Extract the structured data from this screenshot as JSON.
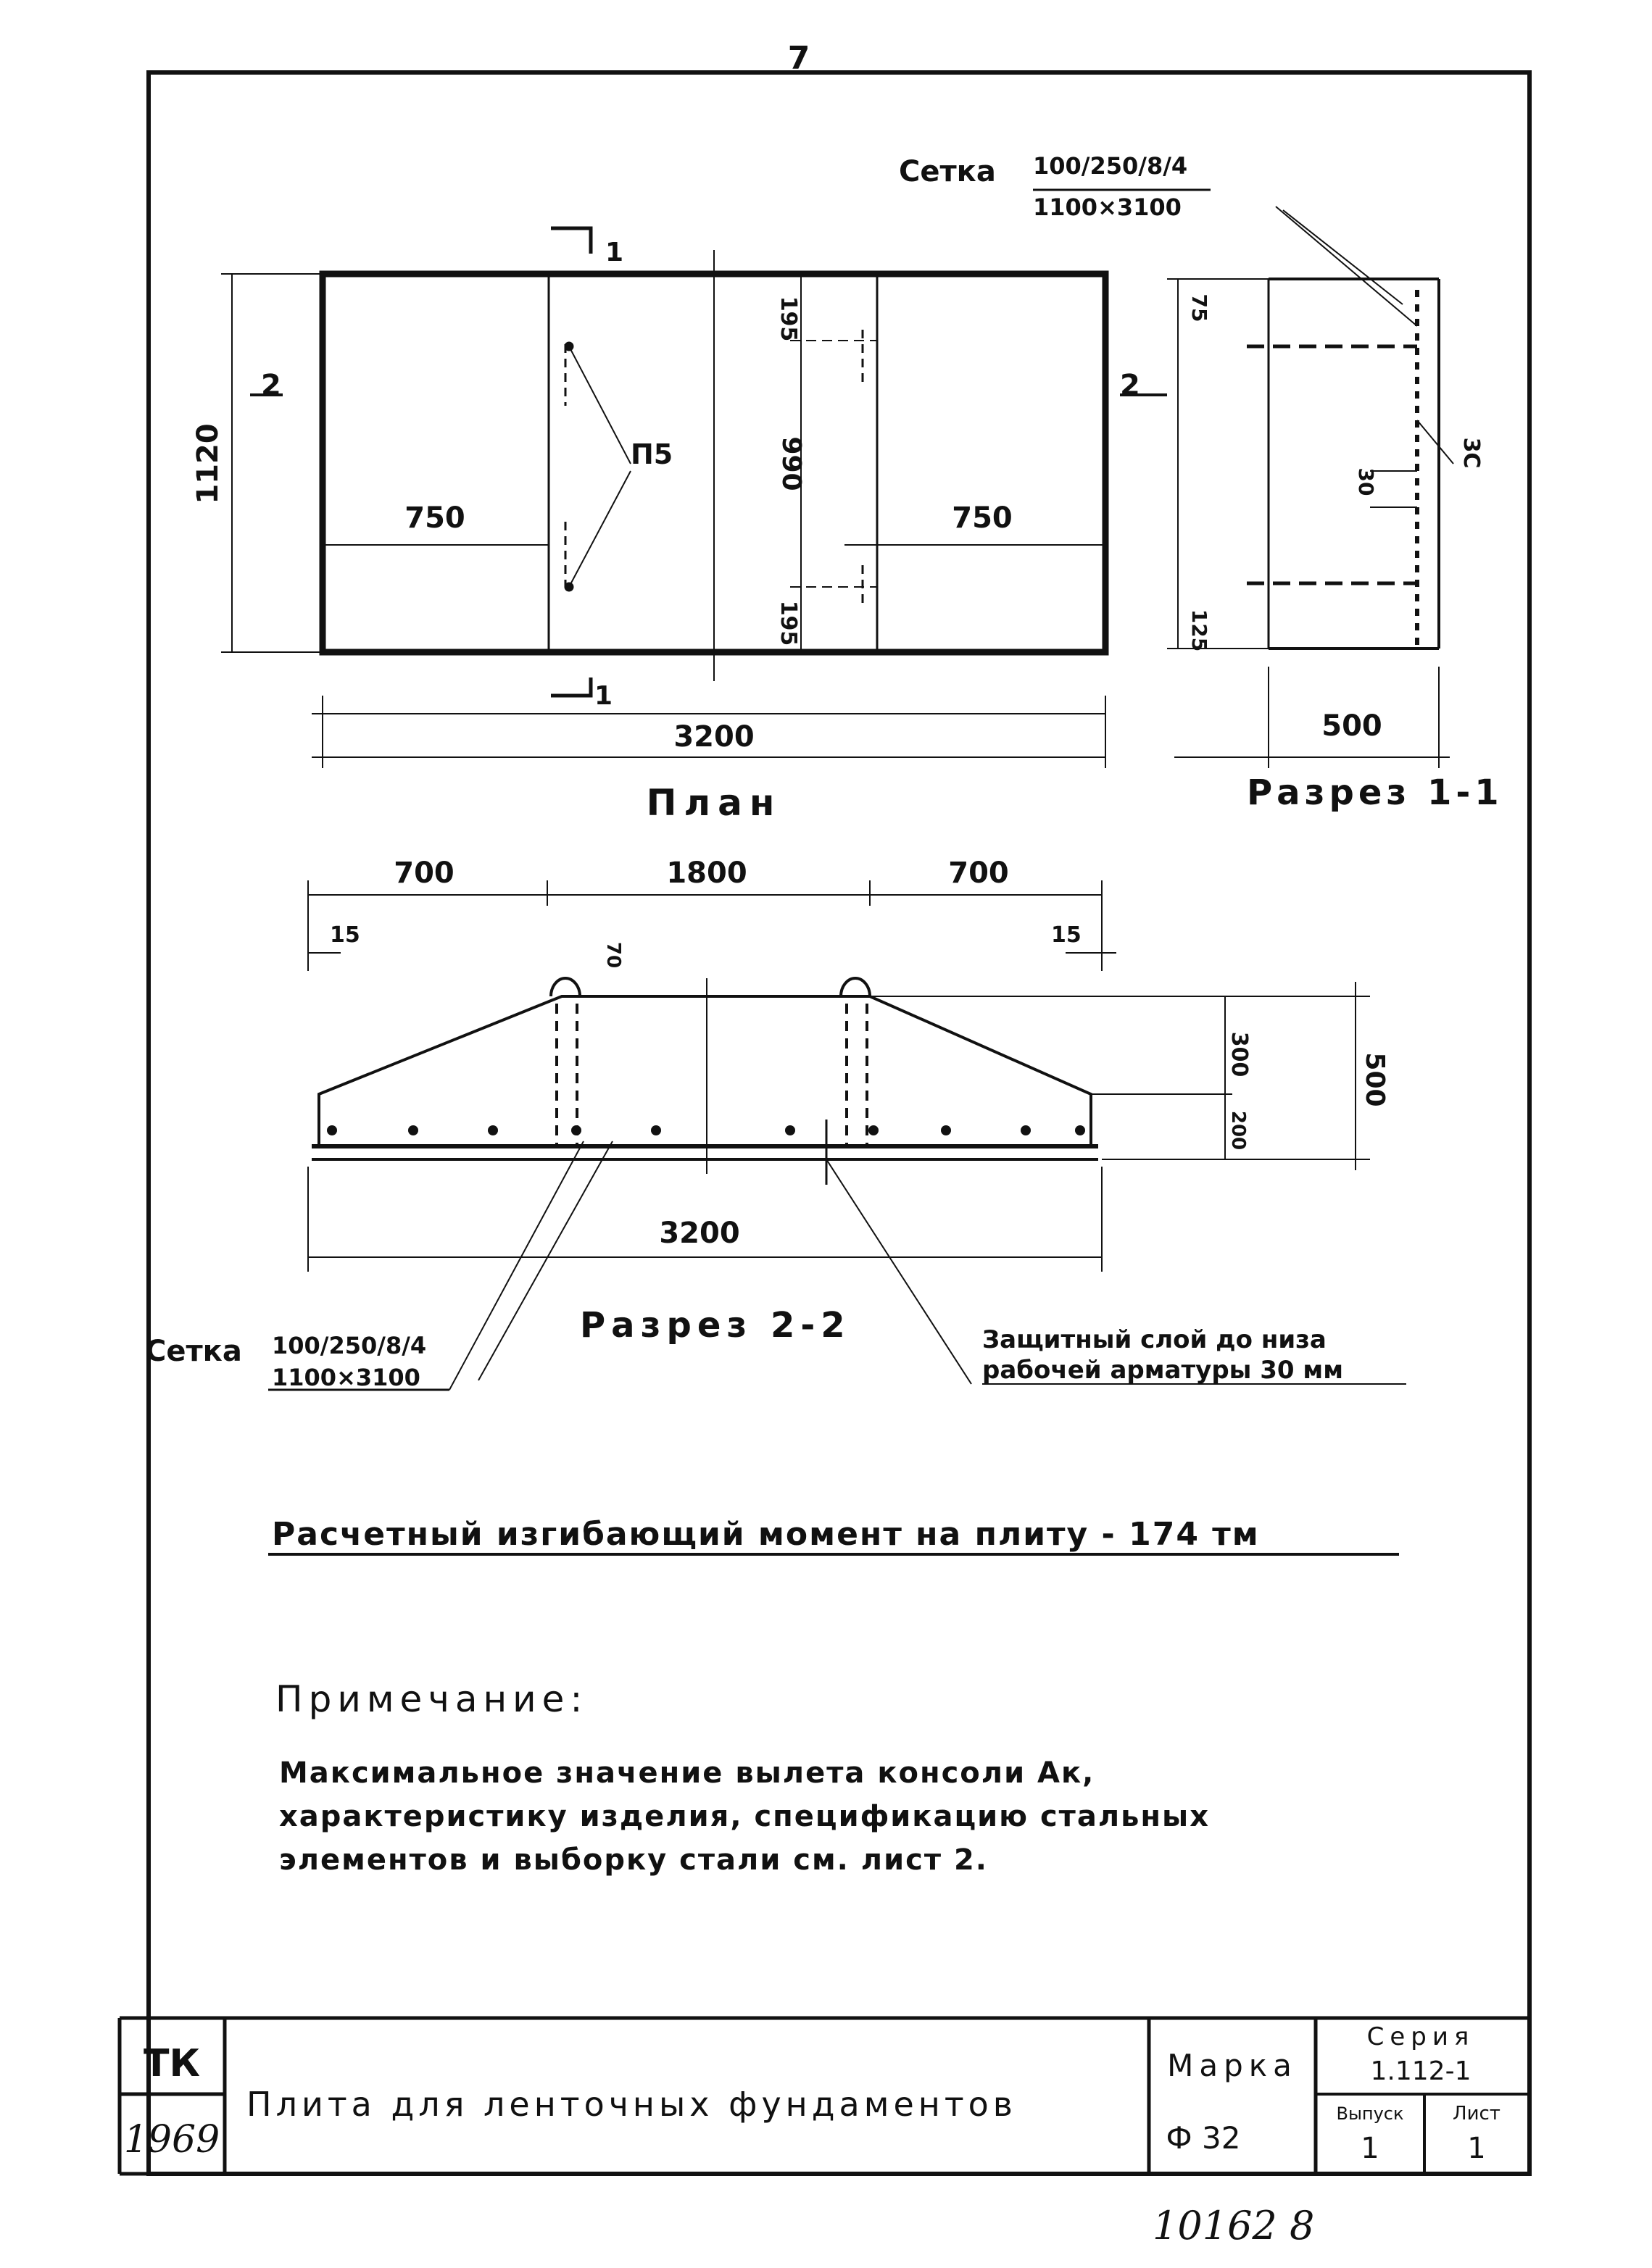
{
  "page_number": "7",
  "plan": {
    "title": "План",
    "dim_length": "3200",
    "dim_width": "1120",
    "dim_left": "750",
    "dim_right": "750",
    "dim_mid": "990",
    "dim_top": "195",
    "dim_bottom": "195",
    "loop_label": "П5",
    "section_1": "1",
    "section_2": "2"
  },
  "mesh_top": {
    "label": "Сетка",
    "numerator": "100/250/8/4",
    "denominator": "1100×3100"
  },
  "section_1_1": {
    "title": "Разрез 1-1",
    "dim_width": "500",
    "dim_top": "75",
    "dim_bottom": "125",
    "dim_30": "30",
    "dim_3c": "3C"
  },
  "section_2_2": {
    "title": "Разрез 2-2",
    "dim_left": "700",
    "dim_mid": "1800",
    "dim_right": "700",
    "dim_edge_left": "15",
    "dim_edge_right": "15",
    "dim_70": "70",
    "dim_300": "300",
    "dim_200": "200",
    "dim_500": "500",
    "dim_length": "3200"
  },
  "mesh_bottom": {
    "label": "Сетка",
    "numerator": "100/250/8/4",
    "denominator": "1100×3100"
  },
  "protective_layer": [
    "Защитный слой до низа",
    "рабочей арматуры 30 мм"
  ],
  "moment": "Расчетный изгибающий момент на плиту - 174 тм",
  "note": {
    "heading": "Примечание:",
    "lines": [
      "Максимальное значение вылета консоли Ак,",
      "характеристику изделия, спецификацию стальных",
      "элементов и выборку стали см. лист 2."
    ]
  },
  "title_block": {
    "tk": "ТК",
    "year": "1969",
    "name": "Плита для ленточных фундаментов",
    "marka_label": "Марка",
    "marka_value": "Ф 32",
    "seriya_label": "Серия",
    "seriya_value": "1.112-1",
    "vypusk_label": "Выпуск",
    "vypusk_value": "1",
    "list_label": "Лист",
    "list_value": "1"
  },
  "stamp": "10162 8"
}
